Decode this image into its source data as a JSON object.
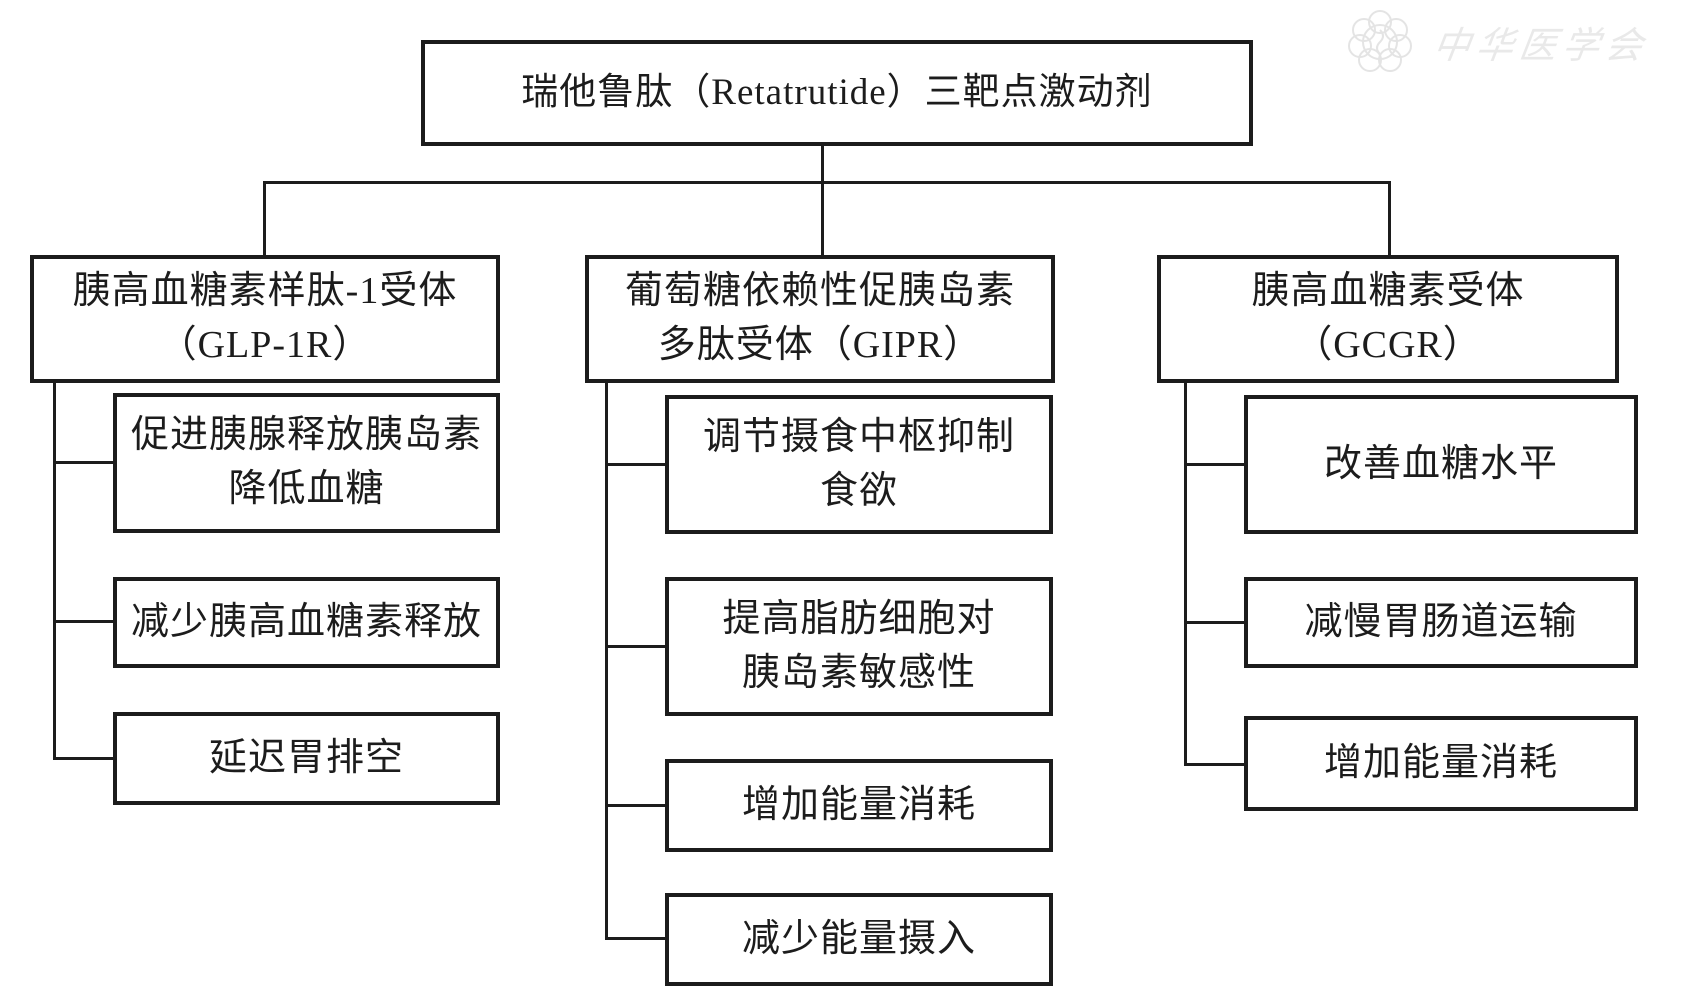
{
  "root": {
    "label": "瑞他鲁肽（Retatrutide）三靶点激动剂"
  },
  "branches": [
    {
      "header": {
        "line1": "胰高血糖素样肽-1受体",
        "line2": "（GLP-1R）"
      },
      "effects": [
        {
          "line1": "促进胰腺释放胰岛素",
          "line2": "降低血糖"
        },
        {
          "line1": "减少胰高血糖素释放"
        },
        {
          "line1": "延迟胃排空"
        }
      ]
    },
    {
      "header": {
        "line1": "葡萄糖依赖性促胰岛素",
        "line2": "多肽受体（GIPR）"
      },
      "effects": [
        {
          "line1": "调节摄食中枢抑制",
          "line2": "食欲"
        },
        {
          "line1": "提高脂肪细胞对",
          "line2": "胰岛素敏感性"
        },
        {
          "line1": "增加能量消耗"
        },
        {
          "line1": "减少能量摄入"
        }
      ]
    },
    {
      "header": {
        "line1": "胰高血糖素受体",
        "line2": "（GCGR）"
      },
      "effects": [
        {
          "line1": "改善血糖水平"
        },
        {
          "line1": "减慢胃肠道运输"
        },
        {
          "line1": "增加能量消耗"
        }
      ]
    }
  ],
  "watermark": {
    "text": "中华医学会"
  },
  "colors": {
    "line": "#1c1c1c",
    "watermark": "#e9e9e9",
    "background": "#ffffff"
  }
}
